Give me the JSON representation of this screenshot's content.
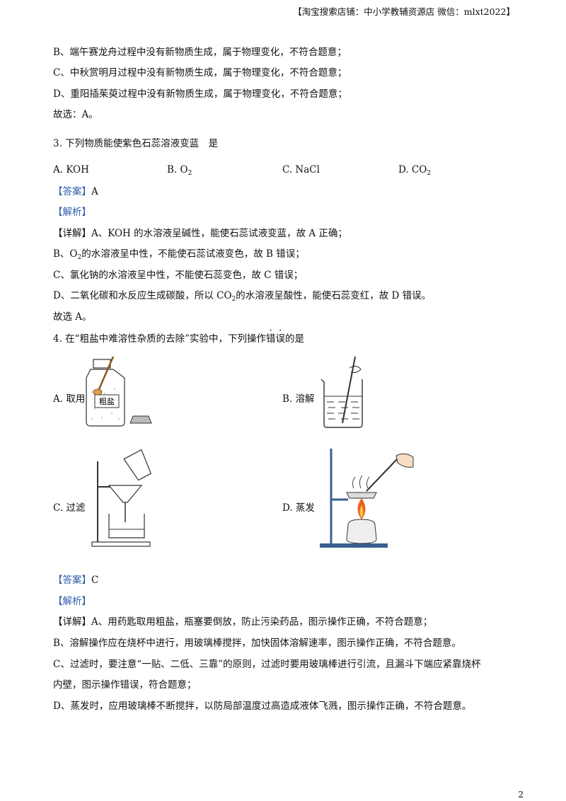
{
  "header": {
    "text": "【淘宝搜索店铺：中小学教辅资源店 微信：mlxt2022】"
  },
  "q2_tail": [
    "B、端午赛龙舟过程中没有新物质生成，属于物理变化，不符合题意；",
    "C、中秋赏明月过程中没有新物质生成，属于物理变化，不符合题意；",
    "D、重阳插茱萸过程中没有新物质生成，属于物理变化，不符合题意；",
    "故选：A。"
  ],
  "q3": {
    "stem": "3. 下列物质能使紫色石蕊溶液变蓝　是",
    "options": {
      "a": "A. KOH",
      "b_prefix": "B. O",
      "b_sub": "2",
      "c": "C. NaCl",
      "d_prefix": "D. CO",
      "d_sub": "2"
    },
    "answer_label": "【答案】",
    "answer": "A",
    "analysis_label": "【解析】",
    "detail_label": "【详解】",
    "detail_a": "A、KOH 的水溶液呈碱性，能使石蕊试液变蓝，故 A 正确；",
    "detail_b_pre": "B、O",
    "detail_b_sub": "2",
    "detail_b_post": "的水溶液呈中性，不能使石蕊试液变色，故 B 错误；",
    "detail_c": "C、氯化钠的水溶液呈中性，不能使石蕊变色，故 C 错误；",
    "detail_d_pre": "D、二氧化碳和水反应生成碳酸，所以 CO",
    "detail_d_sub": "2",
    "detail_d_post": "的水溶液呈酸性，能使石蕊变红，故 D 错误。",
    "conclusion": "故选 A。"
  },
  "q4": {
    "stem_pre": "4. 在“粗盐中难溶性杂质的去除”实验中，下列操作",
    "stem_c1": "错",
    "stem_c2": "误",
    "stem_post": "的是",
    "opt_a": "A. 取用",
    "opt_b": "B. 溶解",
    "opt_c": "C. 过滤",
    "opt_d": "D. 蒸发",
    "jar_label": "粗盐",
    "answer_label": "【答案】",
    "answer": "C",
    "analysis_label": "【解析】",
    "detail_label": "【详解】",
    "detail_a": "A、用药匙取用粗盐，瓶塞要倒放，防止污染药品，图示操作正确，不符合题意；",
    "detail_b": "B、溶解操作应在烧杯中进行，用玻璃棒搅拌，加快固体溶解速率，图示操作正确，不符合题意。",
    "detail_c1": "C、过滤时，要注意“一贴、二低、三靠”的原则，过滤时要用玻璃棒进行引流，且漏斗下端应紧靠烧杯",
    "detail_c2": "内壁，图示操作错误，符合题意；",
    "detail_d": "D、蒸发时，应用玻璃棒不断搅拌，以防局部温度过高造成液体飞溅，图示操作正确，不符合题意。"
  },
  "page_number": "2",
  "colors": {
    "answer_label": "#2e5ea8",
    "flame": "#e8641e",
    "stand": "#3a5f8f"
  }
}
